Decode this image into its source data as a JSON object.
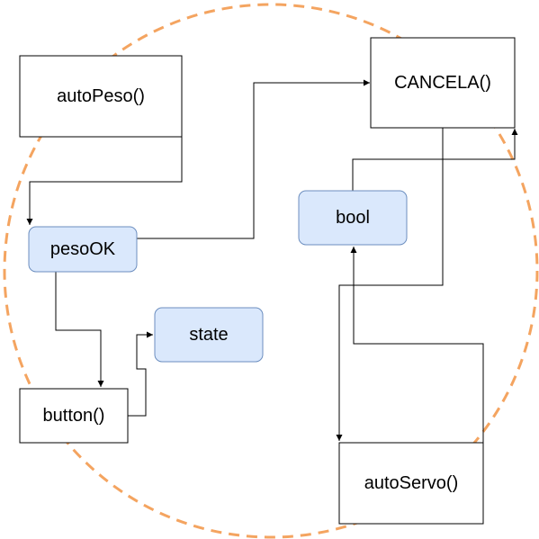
{
  "diagram": {
    "colors": {
      "circle": "#F4A460",
      "box_stroke": "#000000",
      "box_fill": "#FFFFFF",
      "rounded_fill": "#DAE8FC",
      "rounded_stroke": "#6C8EBF",
      "edge": "#000000"
    },
    "nodes": {
      "autoPeso": "autoPeso()",
      "cancela": "CANCELA()",
      "bool": "bool",
      "pesoOK": "pesoOK",
      "state": "state",
      "button": "button()",
      "autoServo": "autoServo()"
    }
  }
}
